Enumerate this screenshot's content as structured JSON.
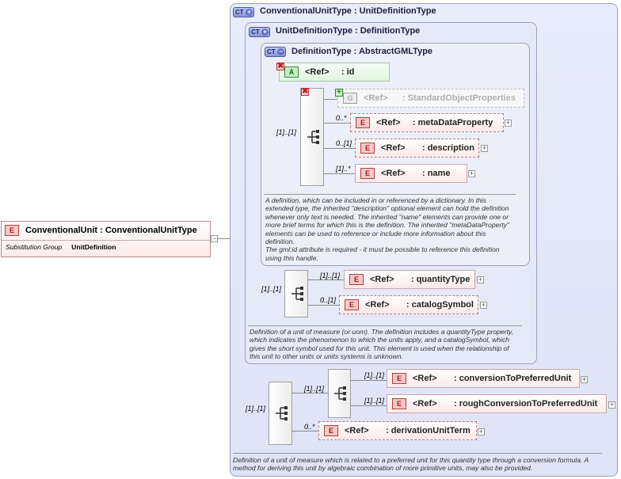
{
  "root": {
    "badge": "E",
    "name": "ConventionalUnit",
    "type": ": ConventionalUnitType",
    "subst_label": "Substitution Group",
    "subst_value": "UnitDefinition",
    "toggle": "−"
  },
  "ct_conventional": {
    "badge": "CT",
    "title": "ConventionalUnitType : UnitDefinitionType",
    "doc": "Definition of a unit of measure which is related to a preferred unit for this quantity type through a conversion formula.  A method for deriving this unit by algebraic combination of more primitive units, may also be provided."
  },
  "ct_unitdef": {
    "badge": "CT",
    "title": "UnitDefinitionType : DefinitionType",
    "doc": "Definition of a unit of measure (or uom). The definition includes a quantityType property, which indicates the phenomenon to which the units apply, and a catalogSymbol, which gives the short symbol used for this unit. This element is used when the relationship of this unit to other units or units systems is unknown."
  },
  "ct_definition": {
    "badge": "CT",
    "title": "DefinitionType : AbstractGMLType",
    "doc": "A definition, which can be included in or referenced by a dictionary. In this extended type, the inherited \"description\" optional element can hold the definition whenever only text is needed. The inherited \"name\" elements can provide one or more brief terms for which this is the definition. The inherited \"metaDataProperty\" elements can be used to reference or include more information about this definition.\nThe gml:id attribute is required - it must be possible to reference this definition using this handle."
  },
  "attr_id": {
    "badge": "A",
    "ref": "<Ref>",
    "name": ": id"
  },
  "group_std": {
    "badge": "G",
    "ref": "<Ref>",
    "name": ": StandardObjectProperties"
  },
  "el_metadata": {
    "badge": "E",
    "ref": "<Ref>",
    "name": ": metaDataProperty",
    "mult": "0..*"
  },
  "el_description": {
    "badge": "E",
    "ref": "<Ref>",
    "name": ": description",
    "mult": "0..[1]"
  },
  "el_name": {
    "badge": "E",
    "ref": "<Ref>",
    "name": ": name",
    "mult": "[1]..*"
  },
  "seq_def_mult": "[1]..[1]",
  "el_quantity": {
    "badge": "E",
    "ref": "<Ref>",
    "name": ": quantityType",
    "mult": "[1]..[1]"
  },
  "el_catalog": {
    "badge": "E",
    "ref": "<Ref>",
    "name": ": catalogSymbol",
    "mult": "0..[1]"
  },
  "seq_unit_mult": "[1]..[1]",
  "el_conversion": {
    "badge": "E",
    "ref": "<Ref>",
    "name": ": conversionToPreferredUnit",
    "mult": "[1]..[1]"
  },
  "el_rough": {
    "badge": "E",
    "ref": "<Ref>",
    "name": ": roughConversionToPreferredUnit",
    "mult": "[1]..[1]"
  },
  "choice_mult": "[1]..[1]",
  "el_derivation": {
    "badge": "E",
    "ref": "<Ref>",
    "name": ": derivationUnitTerm",
    "mult": "0..*"
  },
  "seq_conv_mult": "[1]..[1]",
  "plus_sign": "+",
  "x_sign": "✖",
  "gplus_sign": "+"
}
